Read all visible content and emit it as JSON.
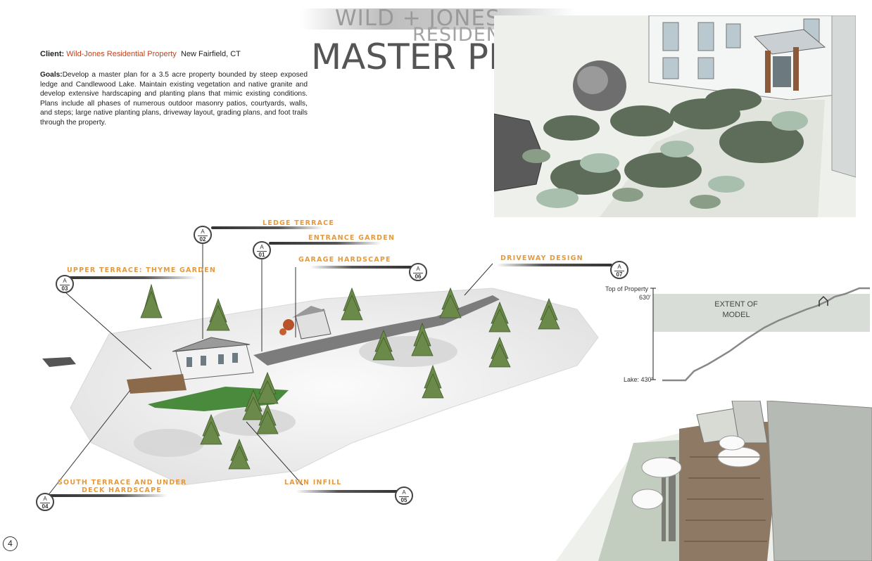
{
  "title": {
    "line1": "WILD + JONES",
    "line2": "RESIDENTIAL",
    "line3": "MASTER PLAN"
  },
  "client": {
    "label": "Client:",
    "name": "Wild-Jones Residential Property",
    "location": "New Fairfield, CT"
  },
  "goals": {
    "label": "Goals:",
    "text": "Develop a master plan for a 3.5 acre property bounded by steep exposed ledge and Candlewood Lake. Maintain existing vegetation and native granite and develop extensive hardscaping and planting plans that mimic existing conditions. Plans include all phases of numerous outdoor masonry patios, courtyards, walls, and steps; large native planting plans, driveway layout, grading plans, and foot trails through the property."
  },
  "callouts": [
    {
      "id": "ledge-terrace",
      "label": "LEDGE TERRACE",
      "sheet": "A",
      "num": "02"
    },
    {
      "id": "entrance-garden",
      "label": "ENTRANCE GARDEN",
      "sheet": "A",
      "num": "01"
    },
    {
      "id": "garage-hardscape",
      "label": "GARAGE HARDSCAPE",
      "sheet": "A",
      "num": "06"
    },
    {
      "id": "driveway-design",
      "label": "DRIVEWAY DESIGN",
      "sheet": "A",
      "num": "07"
    },
    {
      "id": "upper-terrace",
      "label": "UPPER TERRACE: THYME GARDEN",
      "sheet": "A",
      "num": "03"
    },
    {
      "id": "south-terrace",
      "label": "SOUTH TERRACE AND UNDER",
      "label2": "DECK HARDSCAPE",
      "sheet": "A",
      "num": "04"
    },
    {
      "id": "lawn-infill",
      "label": "LAWN INFILL",
      "sheet": "A",
      "num": "05"
    }
  ],
  "section": {
    "top_label": "Top of Property",
    "top_elev": "630'",
    "lake_label": "Lake: 430'",
    "extent_line1": "EXTENT OF",
    "extent_line2": "MODEL"
  },
  "page_number": "4"
}
